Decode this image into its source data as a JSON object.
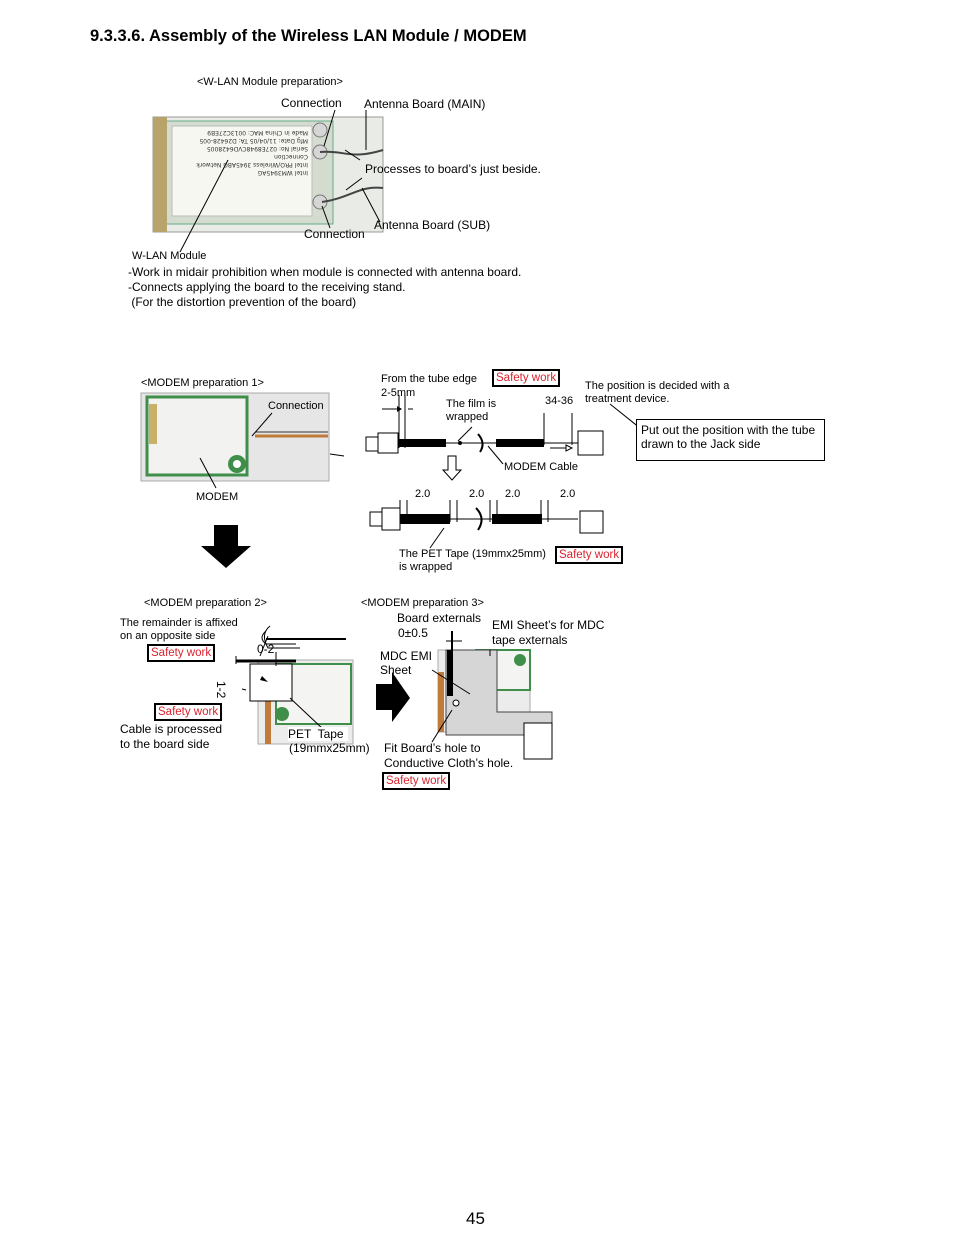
{
  "section_title": "9.3.3.6. Assembly of the Wireless LAN Module / MODEM",
  "wlan": {
    "heading": "<W-LAN Module preparation>",
    "connection_top": "Connection",
    "antenna_main": "Antenna Board (MAIN)",
    "processes": "Processes to board’s just beside.",
    "connection_bottom": "Connection",
    "antenna_sub": "Antenna Board (SUB)",
    "module_label": "W-LAN Module",
    "notes": [
      "-Work in midair prohibition when module is connected with antenna board.",
      "-Connects applying the board to the receiving stand.",
      " (For the distortion prevention of the board)"
    ],
    "card_text": [
      "Intel PRO/Wireless 3945ABG Network Connection",
      "Serial No: 027E8948CVD6428005",
      "Mfg Date: 11/04/05   TA: D26428-005",
      "Made in China   MAC: 0013C27EB9",
      "Intel WM3945AG"
    ]
  },
  "modem1": {
    "heading": "<MODEM preparation 1>",
    "connection": "Connection",
    "modem_label": "MODEM",
    "from_tube_edge": "From the tube edge",
    "dim_2_5": "2-5mm",
    "safety1": "Safety work",
    "film_wrapped_1": "The film is",
    "film_wrapped_2": "wrapped",
    "dim_34_36": "34-36",
    "position_note_1": "The position is decided with a",
    "position_note_2": "treatment device.",
    "put_out_1": "Put out the position with the tube",
    "put_out_2": "drawn to the Jack side",
    "modem_cable": "MODEM Cable",
    "dims": [
      "2.0",
      "2.0",
      "2.0",
      "2.0"
    ],
    "pet_tape_1": "The PET Tape (19mmx25mm)",
    "pet_tape_2": "is wrapped",
    "safety2": "Safety work"
  },
  "modem2": {
    "heading": "<MODEM preparation 2>",
    "remainder_1": "The remainder is affixed",
    "remainder_2": "on an opposite side",
    "safety1": "Safety work",
    "dim_0_2": "0-2",
    "dim_1_2": "1-2",
    "safety2": "Safety work",
    "cable_processed_1": "Cable is processed",
    "cable_processed_2": "to the board side",
    "pet_tape_1": "PET  Tape",
    "pet_tape_2": "(19mmx25mm)"
  },
  "modem3": {
    "heading": "<MODEM preparation 3>",
    "board_externals": "Board externals",
    "tolerance": "0±0.5",
    "emi_sheet_1": "EMI Sheet’s for MDC",
    "emi_sheet_2": "tape externals",
    "mdc_emi_1": "MDC EMI",
    "mdc_emi_2": "Sheet",
    "fit_hole_1": "Fit Board’s hole to",
    "fit_hole_2": "Conductive Cloth’s hole.",
    "safety": "Safety work"
  },
  "page_number": "45",
  "colors": {
    "safety_text": "#d9232e",
    "board_green": "#3f8f4a",
    "cable_copper": "#c07a3a"
  }
}
